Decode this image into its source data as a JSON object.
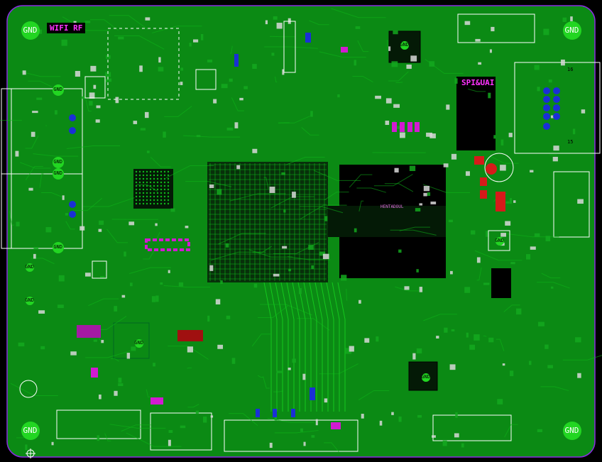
{
  "board": {
    "colors": {
      "background": "#000000",
      "copper": "#0b8a14",
      "copper_light": "#14a81e",
      "trace": "#0fb81a",
      "outline": "#8a2be2",
      "pad_blue": "#1a2fd6",
      "pad_magenta": "#d21ad2",
      "pad_red": "#d61a1a",
      "gnd_pad": "#22d622",
      "silk": "#ffffff"
    },
    "labels": {
      "gnd": "GND",
      "wifi_rf": "WIFI RF",
      "spi_uart": "SPI&UAI",
      "gnd_small": "GND",
      "hdmi_text": "HENTADOUL",
      "pin15": "15",
      "pin16": "16"
    }
  }
}
